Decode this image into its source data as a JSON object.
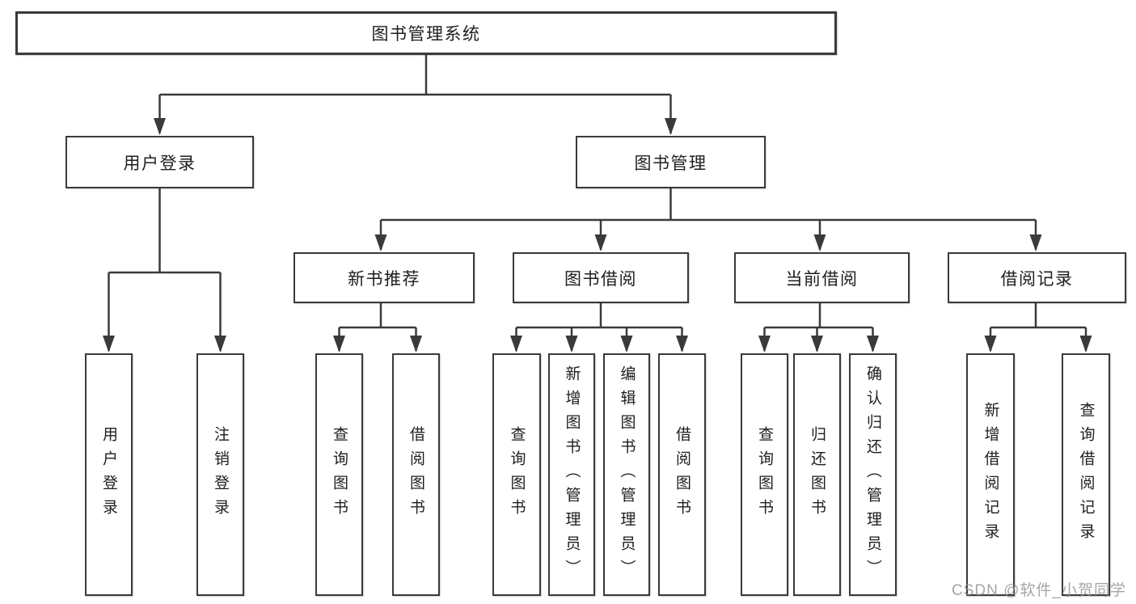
{
  "colors": {
    "line": "#3a3a3a",
    "box_border": "#3a3a3a",
    "box_fill": "#ffffff",
    "label_text": "#1e1e1e",
    "watermark": "#919191",
    "background": "#ffffff"
  },
  "watermark": {
    "text": "CSDN @软件_小贺同学"
  },
  "tree": {
    "root": {
      "label": "图书管理系统",
      "children": [
        {
          "label": "用户登录",
          "children": [
            {
              "label": "用户登录"
            },
            {
              "label": "注销登录"
            }
          ]
        },
        {
          "label": "图书管理",
          "children": [
            {
              "label": "新书推荐",
              "children": [
                {
                  "label": "查询图书"
                },
                {
                  "label": "借阅图书"
                }
              ]
            },
            {
              "label": "图书借阅",
              "children": [
                {
                  "label": "查询图书"
                },
                {
                  "label": "新增图书（管理员）"
                },
                {
                  "label": "编辑图书（管理员）"
                },
                {
                  "label": "借阅图书"
                }
              ]
            },
            {
              "label": "当前借阅",
              "children": [
                {
                  "label": "查询图书"
                },
                {
                  "label": "归还图书"
                },
                {
                  "label": "确认归还（管理员）"
                }
              ]
            },
            {
              "label": "借阅记录",
              "children": [
                {
                  "label": "新增借阅记录"
                },
                {
                  "label": "查询借阅记录"
                }
              ]
            }
          ]
        }
      ]
    }
  }
}
